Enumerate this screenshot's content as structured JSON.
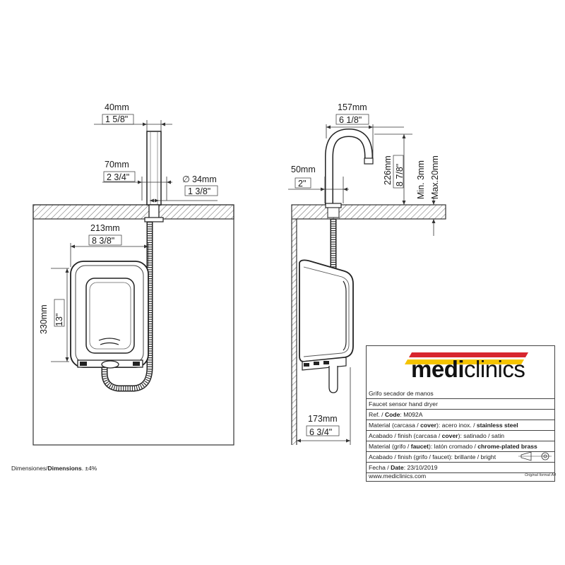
{
  "dims": {
    "front_top_mm": "40mm",
    "front_top_in": "1 5/8\"",
    "front_70_mm": "70mm",
    "front_70_in": "2 3/4\"",
    "diam_mm": "∕34mm",
    "diam_sym": "∅",
    "diam_val": "34mm",
    "diam_in": "1 3/8\"",
    "width_mm": "213mm",
    "width_in": "8 3/8\"",
    "height_mm": "330mm",
    "height_in": "13\"",
    "side_157_mm": "157mm",
    "side_157_in": "6 1/8\"",
    "side_50_mm": "50mm",
    "side_50_in": "2\"",
    "side_226_mm": "226mm",
    "side_226_in": "8 7/8\"",
    "side_min": "Min. 3mm",
    "side_max": "Max.20mm",
    "side_173_mm": "173mm",
    "side_173_in": "6 3/4\""
  },
  "logo": {
    "bold": "medi",
    "thin": "clinics"
  },
  "titleblock": {
    "row1": "Grifo secador de manos",
    "row2": "Faucet sensor hand dryer",
    "row3_label": "Ref. / ",
    "row3_bold": "Code",
    "row3_value": ": M092A",
    "row4_a": "Material (carcasa / ",
    "row4_b": "cover",
    "row4_c": "): acero inox. / ",
    "row4_d": "stainless steel",
    "row5_a": "Acabado / finish (carcasa / ",
    "row5_b": "cover",
    "row5_c": "): satinado / satin",
    "row6_a": "Material (grifo / ",
    "row6_b": "faucet",
    "row6_c": "): latón cromado / ",
    "row6_d": "chrome-plated brass",
    "row7": "Acabado / finish (grifo / faucet): brillante / bright",
    "row8_a": "Fecha / ",
    "row8_b": "Date",
    "row8_c": ": 23/10/2019",
    "row9": "www.mediclinics.com"
  },
  "footer": {
    "left_a": "Dimensiones/",
    "left_b": "Dimensions",
    "left_c": ". ±4%",
    "right": "Original format A4"
  },
  "colors": {
    "stripe_red": "#d7262e",
    "stripe_yellow": "#f5c400",
    "hatch": "#333333"
  }
}
